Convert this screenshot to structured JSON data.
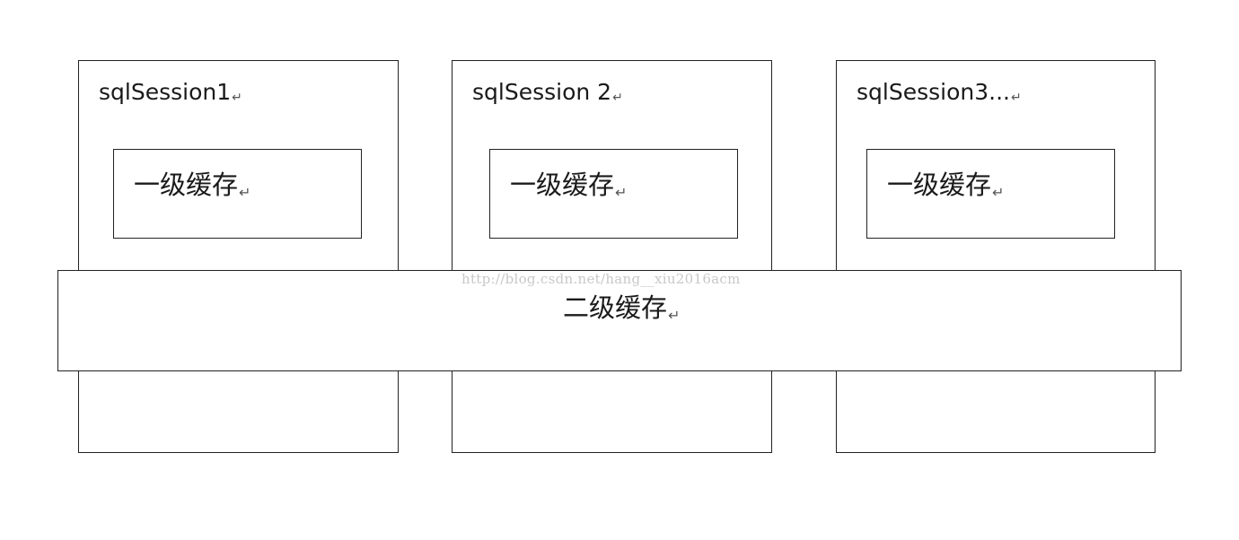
{
  "diagram": {
    "return_mark": "↵",
    "sessions": [
      {
        "title": "sqlSession1",
        "cache_label": "一级缓存"
      },
      {
        "title": "sqlSession 2",
        "cache_label": "一级缓存"
      },
      {
        "title": "sqlSession3...",
        "cache_label": "一级缓存"
      }
    ],
    "second_level_cache": {
      "label": "二级缓存"
    },
    "watermark": "http://blog.csdn.net/hang__xiu2016acm"
  }
}
